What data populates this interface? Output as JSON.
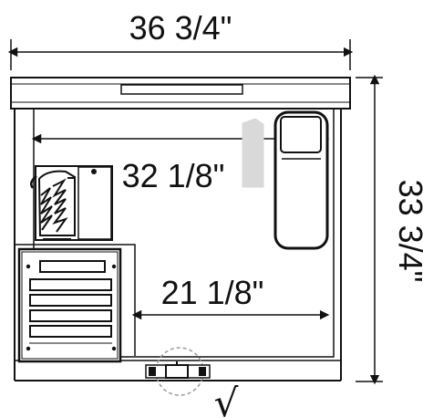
{
  "dimensions": {
    "overall_width": "36 3/4\"",
    "overall_height": "33 3/4\"",
    "interior_width": "32 1/8\"",
    "lower_width": "21 1/8\""
  },
  "marks": {
    "drain_symbol": "√"
  },
  "colors": {
    "line": "#111111",
    "light_gray": "#d9d9d9",
    "mid_gray": "#9a9a9a"
  }
}
